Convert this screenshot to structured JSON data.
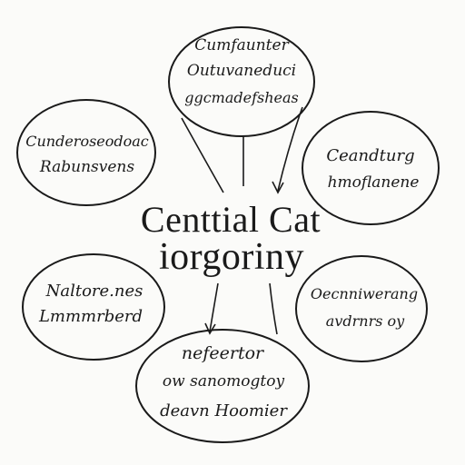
{
  "diagram": {
    "central": {
      "line1": "Centtial Cat",
      "line2": "iorgoriny"
    },
    "nodes": {
      "top": {
        "lines": [
          "Cumfaunter",
          "Outuvaneduci",
          "ggcmadefsheas"
        ]
      },
      "left": {
        "lines": [
          "Cunderoseodoac",
          "Rabunsvens"
        ]
      },
      "right": {
        "lines": [
          "Ceandturg",
          "hmoflanene"
        ]
      },
      "bottom_left": {
        "lines": [
          "Naltore.nes",
          "Lmmmrberd"
        ]
      },
      "bottom_right": {
        "lines": [
          "Oecnniwerang",
          "avdrnrs oy"
        ]
      },
      "bottom": {
        "lines": [
          "nefeertor",
          "ow sanomogtoy",
          "deavn Hoomier"
        ]
      }
    },
    "colors": {
      "ink": "#1a1a1a",
      "paper": "#fbfbf9"
    }
  }
}
